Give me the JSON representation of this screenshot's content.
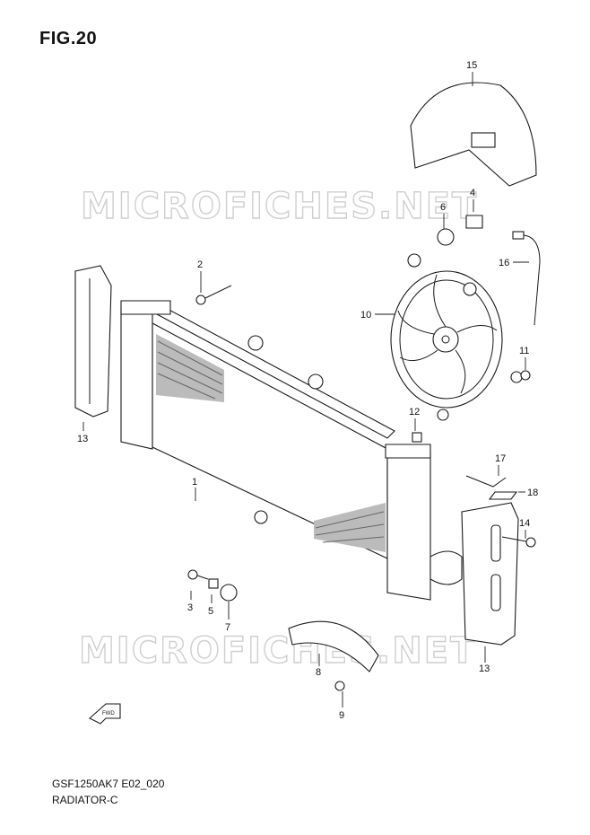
{
  "header": {
    "figure_title": "FIG.20"
  },
  "footer": {
    "model_code": "GSF1250AK7 E02_020",
    "section_name": "RADIATOR-C"
  },
  "watermark": {
    "text": "MICROFICHES.NET"
  },
  "direction_arrow": {
    "label": "FWD"
  },
  "callouts": {
    "c1": "1",
    "c2": "2",
    "c3": "3",
    "c4": "4",
    "c5": "5",
    "c6": "6",
    "c7": "7",
    "c8": "8",
    "c9": "9",
    "c10": "10",
    "c11": "11",
    "c12": "12",
    "c13a": "13",
    "c13b": "13",
    "c14": "14",
    "c15": "15",
    "c16": "16",
    "c17": "17",
    "c18": "18"
  }
}
